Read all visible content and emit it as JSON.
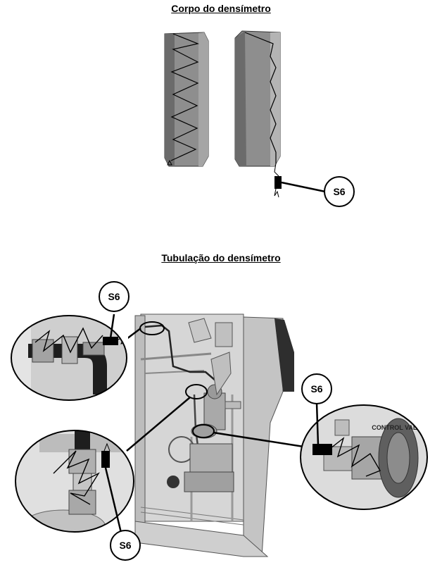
{
  "sections": [
    {
      "title": "Corpo do densímetro"
    },
    {
      "title": "Tubulação do densímetro"
    }
  ],
  "callouts": [
    {
      "label": "S6"
    },
    {
      "label": "S6"
    },
    {
      "label": "S6"
    },
    {
      "label": "S6"
    }
  ],
  "colors": {
    "panel_gray": "#8e8e8e",
    "panel_dark": "#6b6b6b",
    "panel_light": "#b4b4b4",
    "line": "#000000"
  },
  "detail_text": {
    "valve_marking": "CONTROL VALVE"
  }
}
